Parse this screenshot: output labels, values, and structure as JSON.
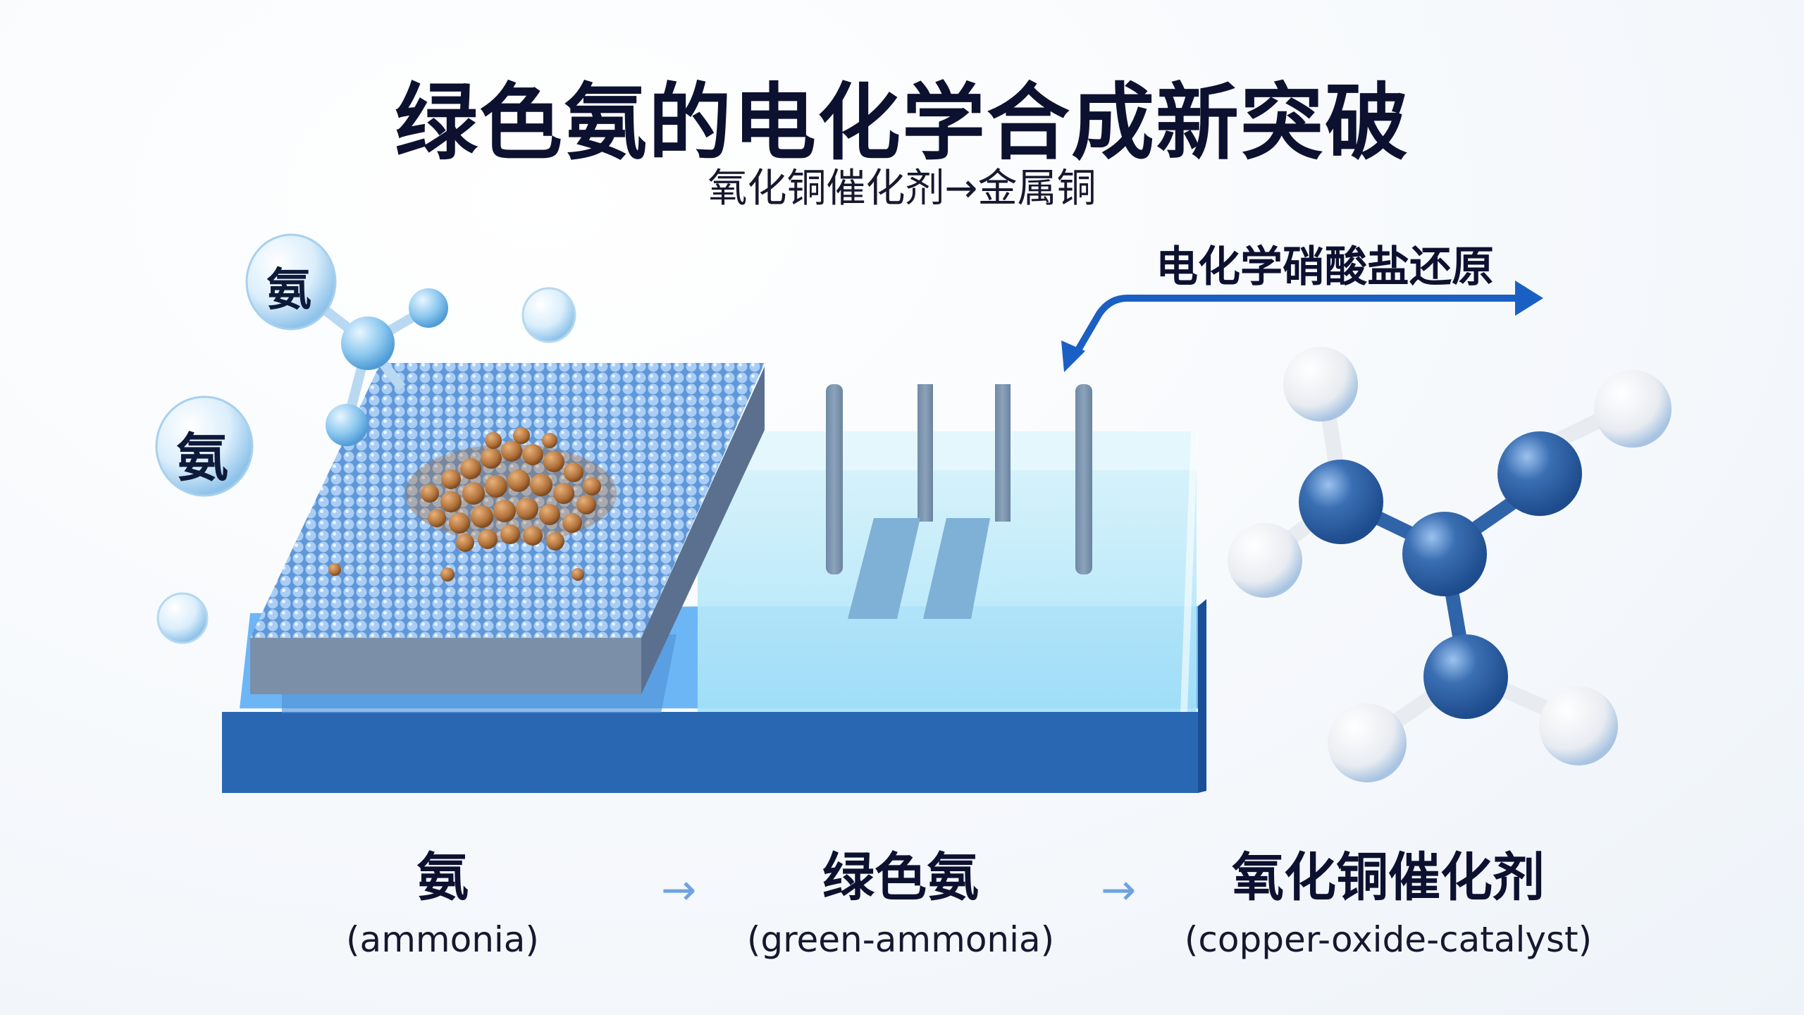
{
  "header": {
    "title": "绿色氨的电化学合成新突破",
    "subtitle": "氧化铜催化剂→金属铜"
  },
  "diagram": {
    "process_label": "电化学硝酸盐还原",
    "bubble_labels": [
      "氨",
      "氨"
    ],
    "components": [
      {
        "name": "copper-oxide catalyst platform",
        "color": "#8ab8ee"
      },
      {
        "name": "copper particle cluster",
        "color": "#b87a3e"
      },
      {
        "name": "electrolyte bath with electrodes",
        "color": "#a8e4f8",
        "electrode_count": 4
      },
      {
        "name": "molecule model",
        "atom_color": "#2a5e9e",
        "hydrogen_color": "#f2f4f7"
      }
    ],
    "colors": {
      "accent_arrow": "#1a5fc4",
      "base_slab_top": "#6cb4f5",
      "base_slab_front": "#2867b4",
      "platform_side": "#7a8fa8"
    }
  },
  "flow": {
    "steps": [
      {
        "cn": "氨",
        "en": "(ammonia)"
      },
      {
        "cn": "绿色氨",
        "en": "(green-ammonia)"
      },
      {
        "cn": "氧化铜催化剂",
        "en": "(copper-oxide-catalyst)"
      }
    ],
    "arrow": "→"
  }
}
